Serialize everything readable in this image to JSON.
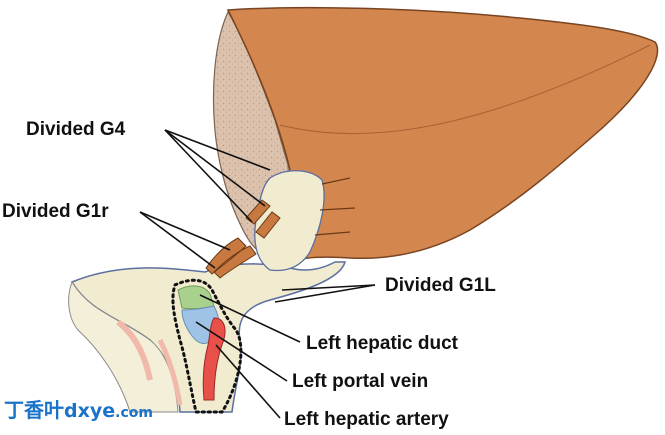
{
  "labels": {
    "divided_g4": "Divided G4",
    "divided_g1r": "Divided G1r",
    "divided_g1l": "Divided G1L",
    "left_hepatic_duct": "Left hepatic duct",
    "left_portal_vein": "Left portal vein",
    "left_hepatic_artery": "Left hepatic artery"
  },
  "watermark": {
    "chinese": "丁香叶",
    "site": "dxye",
    "tld": ".com"
  },
  "colors": {
    "liver": "#d3874f",
    "liver_outline": "#7a4420",
    "caudate_texture": "#dcc2ad",
    "hilar_plate": "#f1eccf",
    "duct": "#a9d18e",
    "portal_vein": "#9ec3e6",
    "artery": "#e8504a"
  }
}
